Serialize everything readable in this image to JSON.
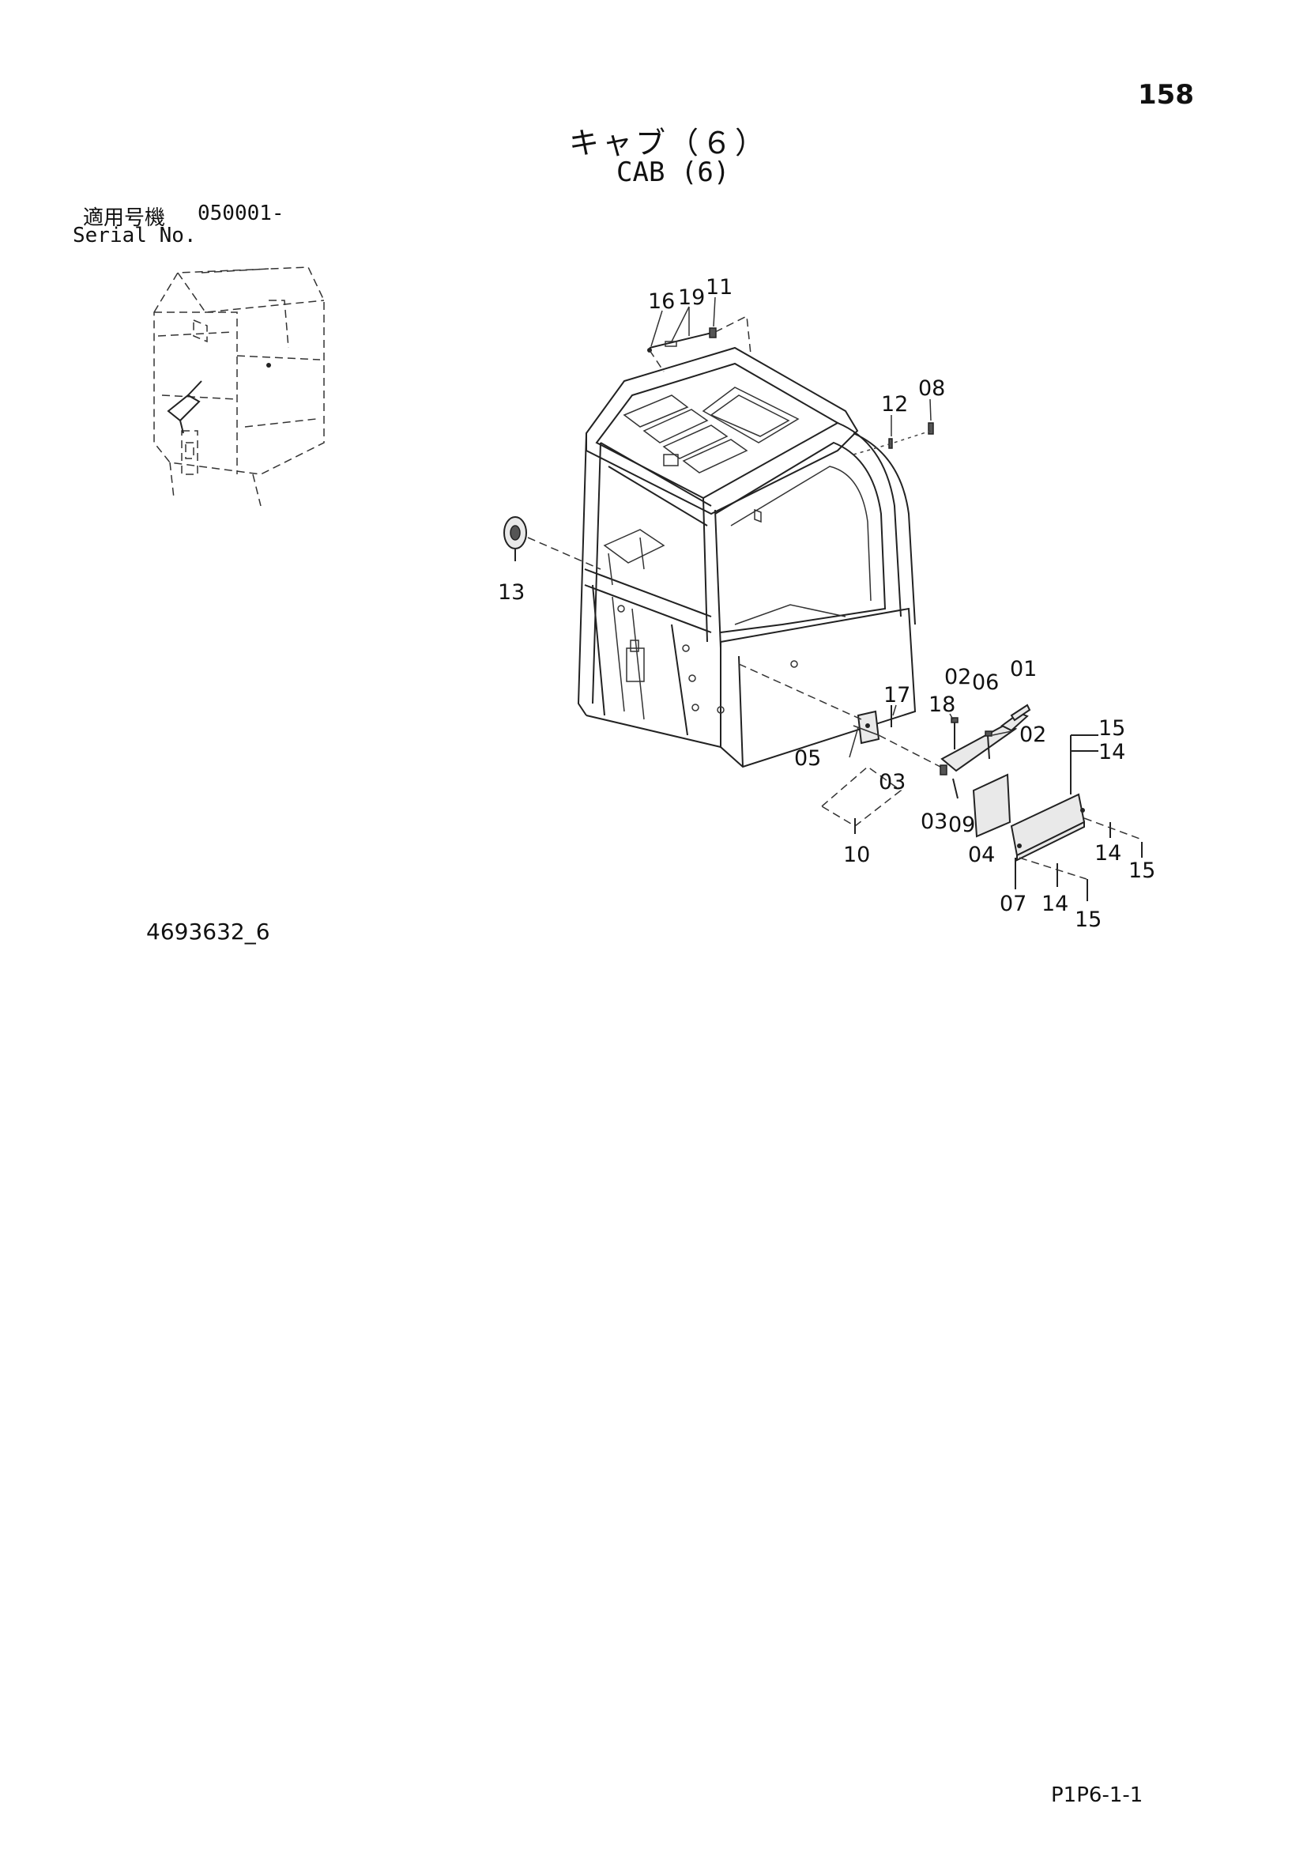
{
  "page_number": "158",
  "title_jp": "キャブ（６）",
  "title_en": "CAB (6)",
  "serial": {
    "label_jp": "適用号機",
    "range": "050001-",
    "label_en": "Serial No."
  },
  "drawing_id": "4693632_6",
  "page_code": "P1P6-1-1",
  "callouts": {
    "c16": "16",
    "c19": "19",
    "c11": "11",
    "c12": "12",
    "c08": "08",
    "c13": "13",
    "c02a": "02",
    "c06": "06",
    "c01": "01",
    "c17": "17",
    "c18": "18",
    "c02b": "02",
    "c15a": "15",
    "c14a": "14",
    "c05": "05",
    "c03a": "03",
    "c03b": "03",
    "c09": "09",
    "c10": "10",
    "c04": "04",
    "c14b": "14",
    "c15b": "15",
    "c07": "07",
    "c14c": "14",
    "c15c": "15"
  }
}
